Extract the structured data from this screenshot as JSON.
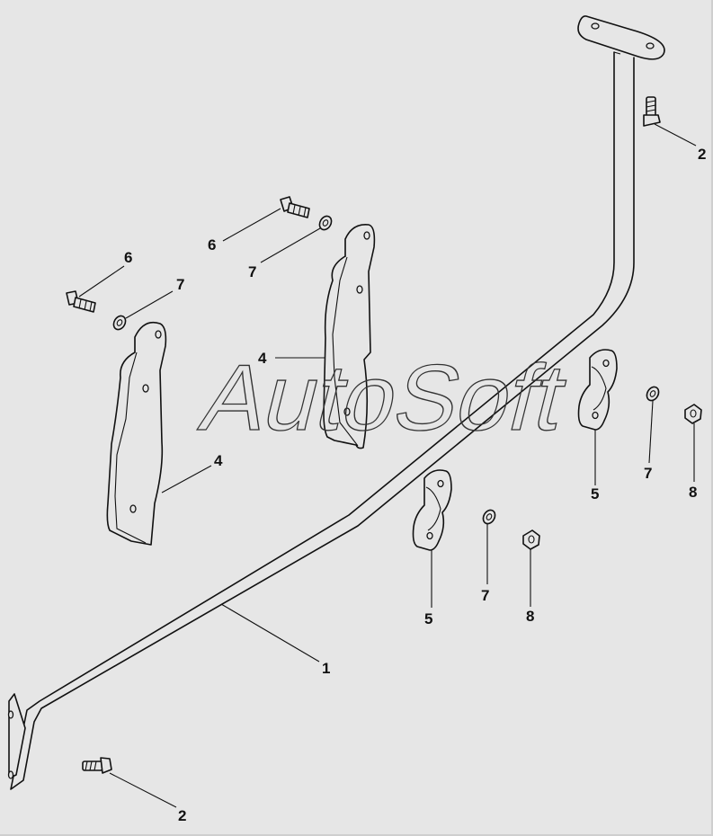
{
  "watermark": "AutoSoft",
  "callouts": [
    {
      "id": "callout-1",
      "label": "1"
    },
    {
      "id": "callout-2-top",
      "label": "2"
    },
    {
      "id": "callout-2-bottom",
      "label": "2"
    },
    {
      "id": "callout-4-left",
      "label": "4"
    },
    {
      "id": "callout-4-center",
      "label": "4"
    },
    {
      "id": "callout-5-left",
      "label": "5"
    },
    {
      "id": "callout-5-right",
      "label": "5"
    },
    {
      "id": "callout-6-left",
      "label": "6"
    },
    {
      "id": "callout-6-center",
      "label": "6"
    },
    {
      "id": "callout-7-left",
      "label": "7"
    },
    {
      "id": "callout-7-center",
      "label": "7"
    },
    {
      "id": "callout-7-lower",
      "label": "7"
    },
    {
      "id": "callout-7-right",
      "label": "7"
    },
    {
      "id": "callout-8-lower",
      "label": "8"
    },
    {
      "id": "callout-8-right",
      "label": "8"
    }
  ]
}
